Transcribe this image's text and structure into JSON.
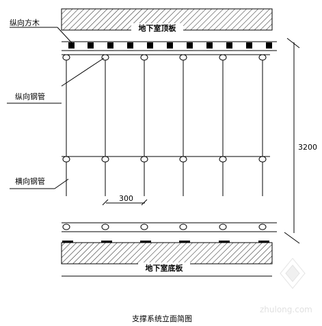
{
  "labels": {
    "longitudinal_timber": "纵向方木",
    "basement_roof_slab": "地下室顶板",
    "longitudinal_steel_pipe": "纵向钢管",
    "transverse_steel_pipe": "横向钢管",
    "spacing_dimension": "300",
    "height_dimension": "3200",
    "basement_floor_slab": "地下室底板"
  },
  "caption": "支撑系统立面简图",
  "watermark": "zhulong.com",
  "colors": {
    "line": "#000000",
    "hatch": "#000000",
    "watermark": "#c8c8c8"
  }
}
